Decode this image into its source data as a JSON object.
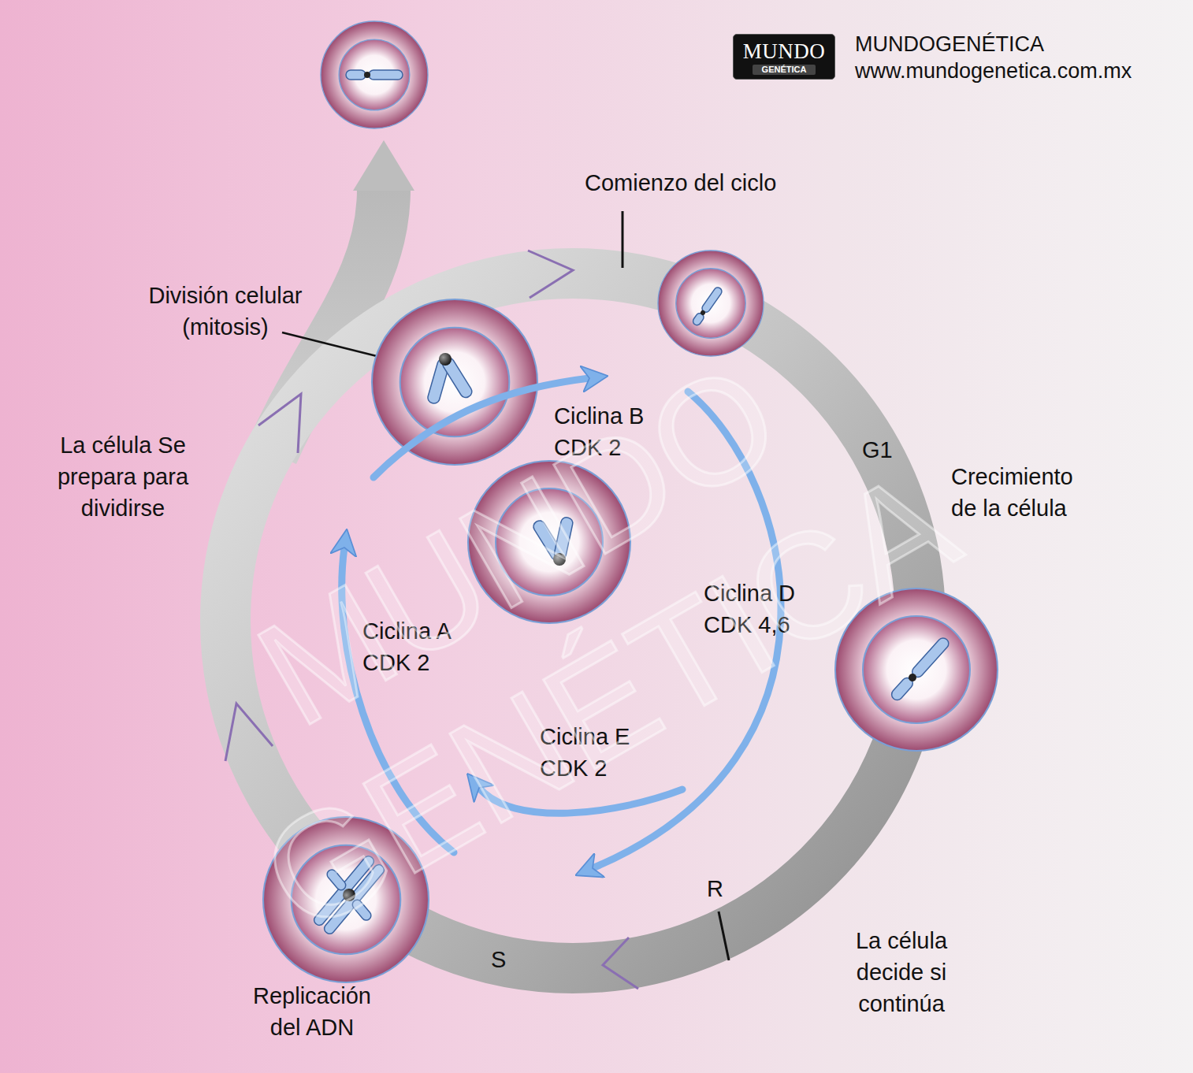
{
  "diagram": {
    "nodes": [
      {
        "text": [
          "MUNDO",
          "GENÉTICA"
        ]
      }
    ],
    "labels": [
      "MUNDOGENÉTICA",
      "www.mundogenetica.com.mx",
      "Comienzo del ciclo",
      "División celular (mitosis)",
      "Ciclina B CDK 2",
      "La célula Se prepara para dividirse",
      "G1",
      "Crecimiento de la célula",
      "Ciclina D CDK 4,6",
      "Ciclina A CDK 2",
      "Ciclina E CDK 2",
      "R",
      "La célula decide si continúa",
      "S",
      "Replicación del ADN",
      "MUNDO GENÉTICA"
    ]
  }
}
